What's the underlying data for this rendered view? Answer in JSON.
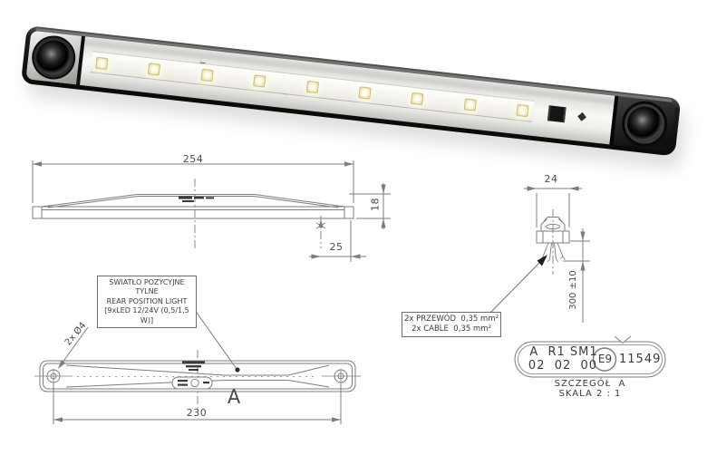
{
  "drawing": {
    "side_view": {
      "dim_length": "254",
      "dim_height": "18",
      "dim_cable_offset": "25"
    },
    "end_view": {
      "dim_width": "24",
      "dim_cable_length": "300 ±10"
    },
    "bottom_view": {
      "dim_hole_diameter": "2x Ø4",
      "dim_hole_spacing": "230",
      "detail_marker": "A"
    }
  },
  "notes": {
    "product_note": {
      "line1": "ŚWIATŁO POZYCYJNE TYLNE",
      "line2": "REAR POSITION LIGHT",
      "line3": "[9xLED 12/24V (0,5/1,5 W)]"
    },
    "cable_note": {
      "line1": "2x PRZEWÓD  0,35 mm²",
      "line2": "2x CABLE  0,35 mm²"
    }
  },
  "detail_label": {
    "row1": "A  R1 SM1",
    "row2": "02  02  00",
    "e_mark": "E9",
    "approval_number": "11549",
    "caption": "SZCZEGÓŁ  A",
    "scale": "SKALA 2 : 1"
  }
}
